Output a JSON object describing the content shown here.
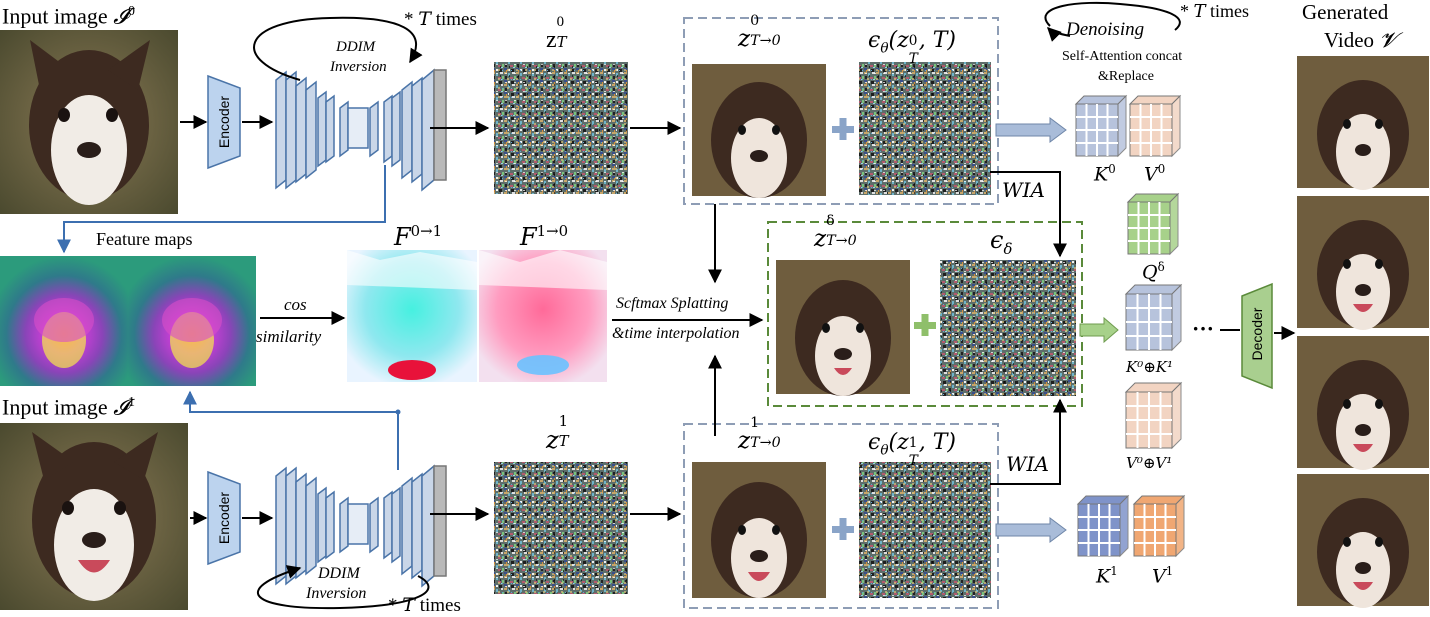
{
  "inputs": {
    "top_label": "Input image",
    "top_symbol": "𝓘",
    "top_sup": "0",
    "bottom_label": "Input image",
    "bottom_symbol": "𝓘",
    "bottom_sup": "1"
  },
  "encoder_label": "Encoder",
  "decoder_label": "Decoder",
  "inversion": {
    "label_line1": "DDIM",
    "label_line2": "Inversion",
    "times_prefix": "*",
    "times_T": "T",
    "times_suffix": "times"
  },
  "latents": {
    "top_base": "z",
    "top_sub": "T",
    "top_sup": "0",
    "bottom_base": "z",
    "bottom_sub": "T",
    "bottom_sup": "1"
  },
  "features": {
    "title": "Feature maps",
    "cos_line1": "cos",
    "cos_line2": "similarity",
    "flow_fwd_base": "F",
    "flow_fwd_sup": "0→1",
    "flow_bwd_base": "F",
    "flow_bwd_sup": "1→0"
  },
  "splatting": {
    "line1": "Scftmax Splatting",
    "line2": "&time interpolation"
  },
  "top_box": {
    "img_base": "z",
    "img_sub": "T→0",
    "img_sup": "0",
    "noise_label": "ϵ",
    "noise_sub": "θ",
    "noise_args_pre": "(z",
    "noise_args_sub": "T",
    "noise_args_sup": "0",
    "noise_args_post": ", T)"
  },
  "bottom_box": {
    "img_base": "z",
    "img_sub": "T→0",
    "img_sup": "1",
    "noise_label": "ϵ",
    "noise_sub": "θ",
    "noise_args_pre": "(z",
    "noise_args_sub": "T",
    "noise_args_sup": "1",
    "noise_args_post": ", T)"
  },
  "mid_box": {
    "img_base": "z",
    "img_sub": "T→0",
    "img_sup": "δ",
    "noise_label": "ϵ",
    "noise_sub": "δ"
  },
  "wia_label": "WIA",
  "denoising": {
    "label": "Denoising",
    "times_prefix": "*",
    "times_T": "T",
    "times_suffix": "times",
    "sa_line1": "Self-Attention concat",
    "sa_line2": "&Replace"
  },
  "attention": {
    "k0": "K",
    "k0_sup": "0",
    "v0": "V",
    "v0_sup": "0",
    "q": "Q",
    "q_sup": "δ",
    "kcat": "K⁰⊕K¹",
    "vcat": "V⁰⊕V¹",
    "k1": "K",
    "k1_sup": "1",
    "v1": "V",
    "v1_sup": "1",
    "ellipsis": "···"
  },
  "output": {
    "line1": "Generated",
    "line2": "Video",
    "symbol": "𝓥"
  },
  "colors": {
    "unet_fill": "#c9d6e8",
    "unet_stroke": "#4a74a8",
    "encoder_fill": "#bcd3ee",
    "decoder_fill": "#a9cf8f",
    "box_dash_gray": "#8e9db5",
    "box_dash_green": "#5a8a3a",
    "arrow_blue": "#3c6fb0",
    "k0_color": "#b7c3dc",
    "v0_color": "#f2d4c2",
    "q_color": "#a7d18a",
    "k1_color": "#7f93c9",
    "v1_color": "#f0a772"
  }
}
